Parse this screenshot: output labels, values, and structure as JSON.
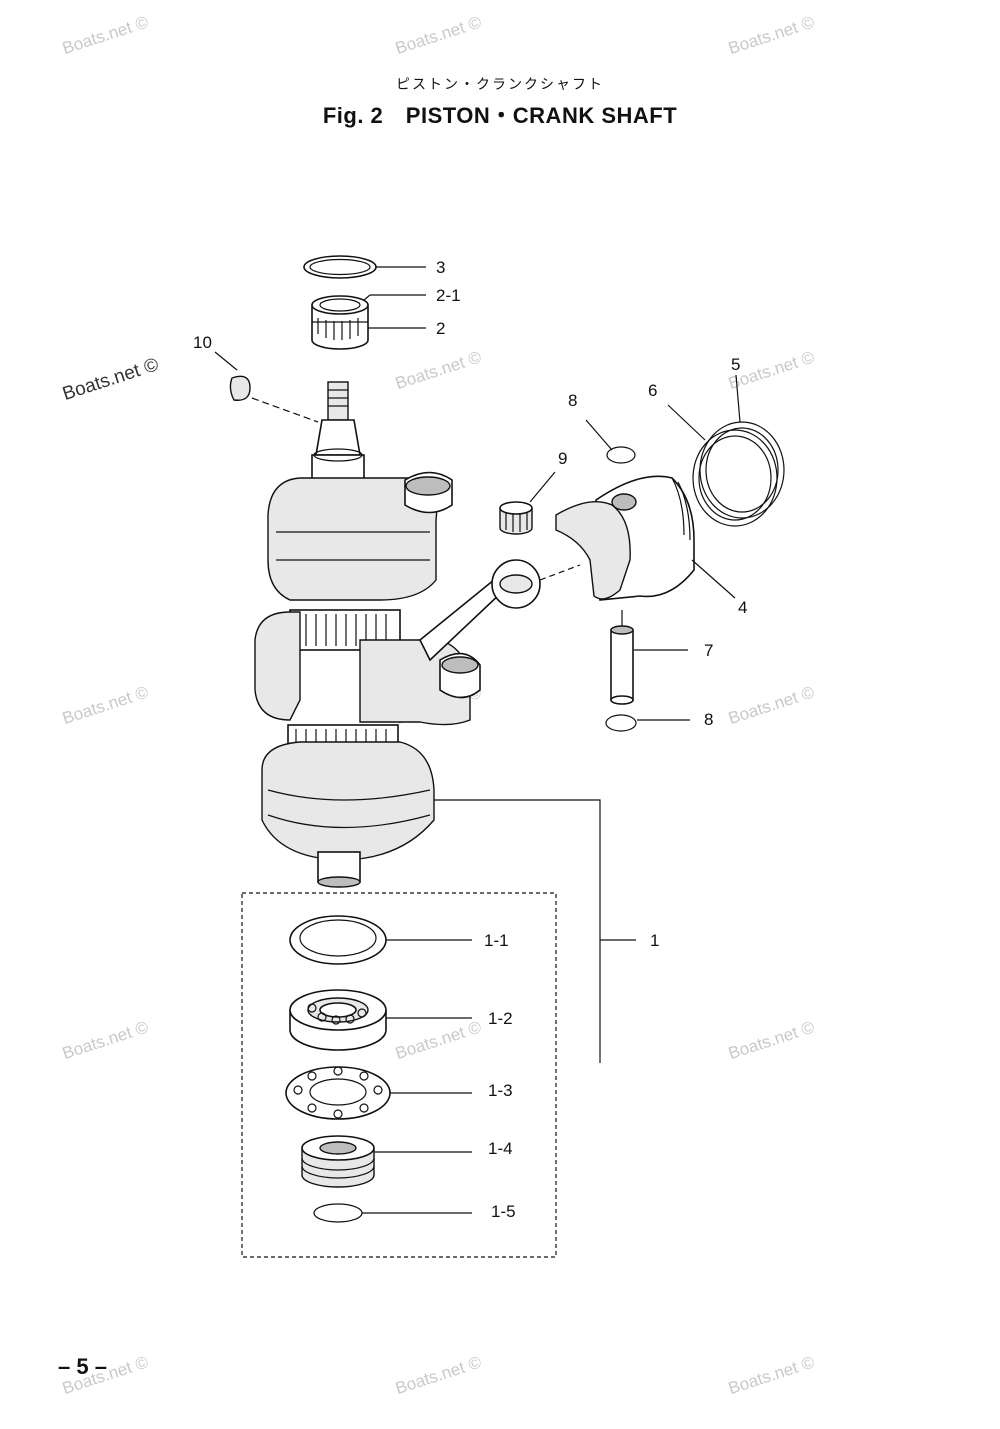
{
  "header": {
    "title_jp": "ピストン・クランクシャフト",
    "title_en": "Fig. 2　PISTON・CRANK SHAFT"
  },
  "footer": {
    "page_number": "– 5 –"
  },
  "watermarks": {
    "text": "Boats.net ©",
    "featured_text": "Boats.net ©"
  },
  "callouts": {
    "c3": "3",
    "c2_1": "2-1",
    "c2": "2",
    "c10": "10",
    "c5": "5",
    "c6": "6",
    "c8_top": "8",
    "c9": "9",
    "c4": "4",
    "c7": "7",
    "c8_bottom": "8",
    "c1": "1",
    "c1_1": "1-1",
    "c1_2": "1-2",
    "c1_3": "1-3",
    "c1_4": "1-4",
    "c1_5": "1-5"
  }
}
